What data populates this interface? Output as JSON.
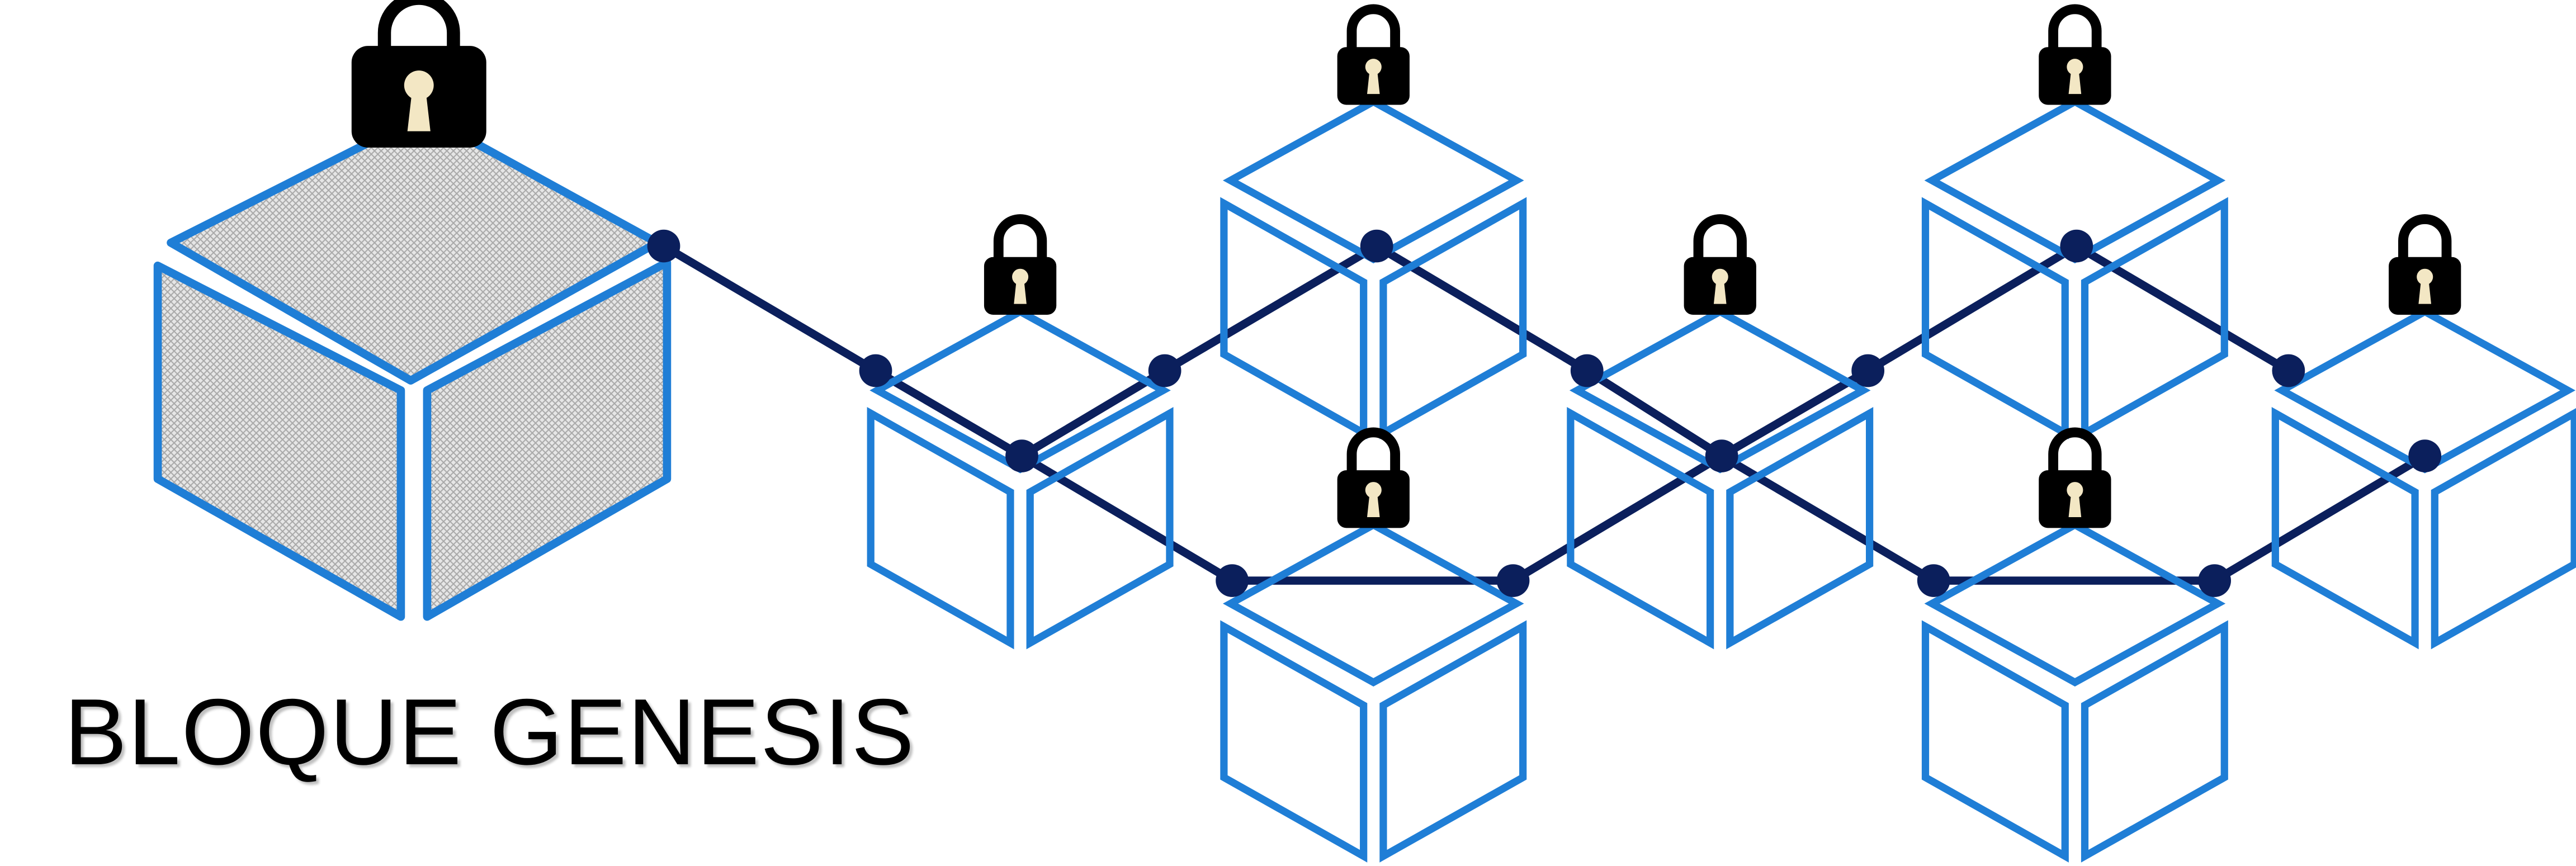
{
  "caption": "BLOQUE GENESIS",
  "colors": {
    "cube_stroke": "#1f7ed6",
    "chain_link": "#0b1f5c",
    "chain_node": "#0b1f5c",
    "lock_body": "#000000",
    "keyhole": "#f3e7c4",
    "genesis_fill": "#d4d4d4"
  },
  "icons": [
    "padlock-icon",
    "cube-icon",
    "chain-node-icon"
  ],
  "genesis_block": {
    "locked": true,
    "textured": true
  },
  "blocks": [
    {
      "id": "block-1",
      "locked": true
    },
    {
      "id": "block-2",
      "locked": true
    },
    {
      "id": "block-3",
      "locked": true
    },
    {
      "id": "block-4",
      "locked": true
    },
    {
      "id": "block-5",
      "locked": true
    },
    {
      "id": "block-6",
      "locked": true
    },
    {
      "id": "block-7",
      "locked": true
    }
  ]
}
